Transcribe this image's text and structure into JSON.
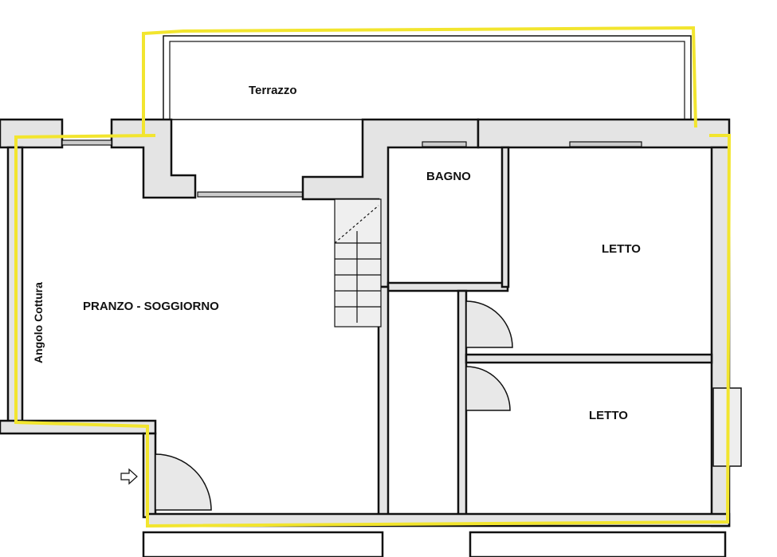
{
  "rooms": {
    "terrace": "Terrazzo",
    "bathroom": "BAGNO",
    "bedroom_1": "LETTO",
    "living": "PRANZO - SOGGIORNO",
    "bedroom_2": "LETTO",
    "kitchen_corner": "Angolo Cottura"
  },
  "colors": {
    "highlight": "#f2e52e",
    "wall_fill": "#e4e4e4",
    "wall_line": "#111111"
  },
  "icons": {
    "entrance": "entrance-arrow-icon"
  }
}
